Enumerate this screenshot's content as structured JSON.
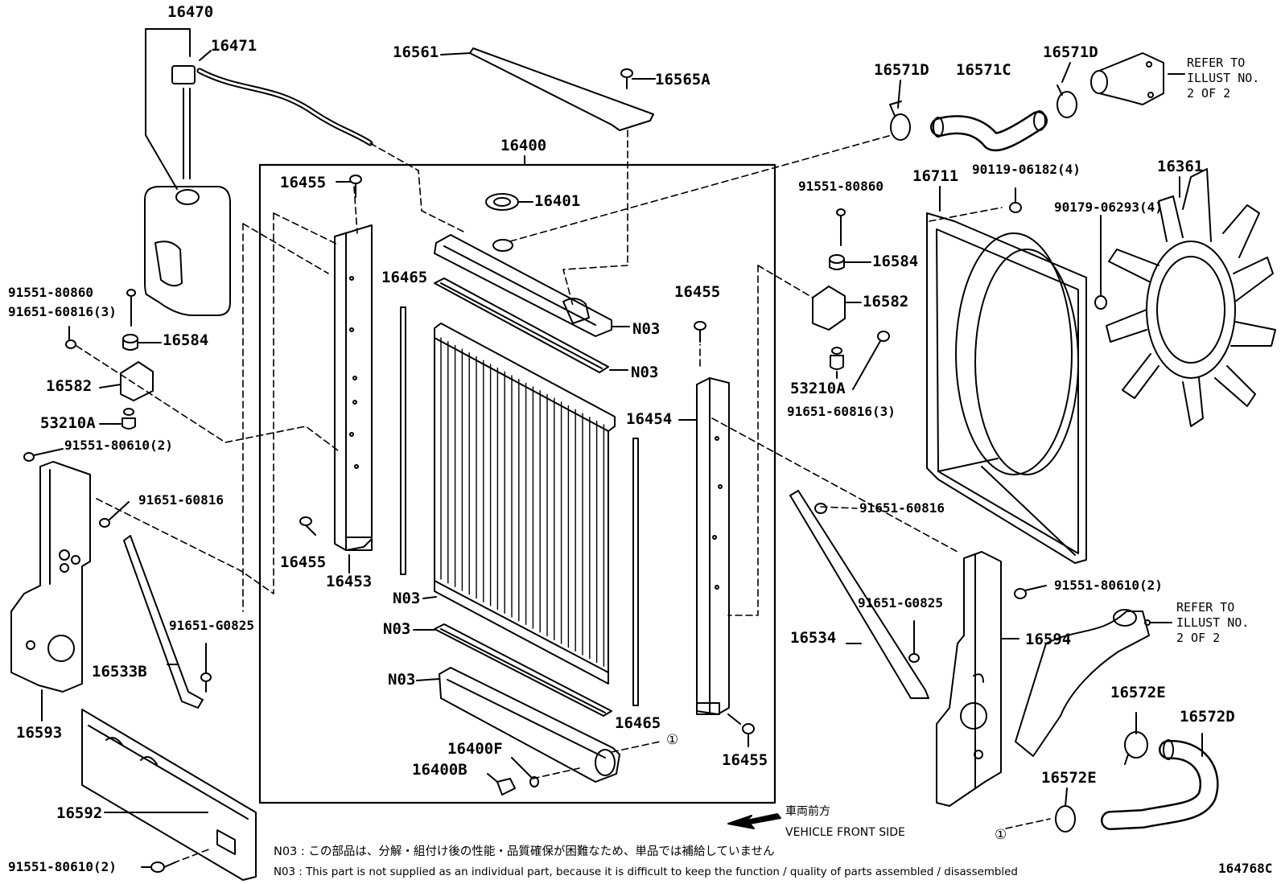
{
  "diagram_id": "164768C",
  "callouts": {
    "p16470": "16470",
    "p16471": "16471",
    "p16561": "16561",
    "p16565A": "16565A",
    "p16400_top": "16400",
    "p16455_a": "16455",
    "p16401": "16401",
    "p16465_a": "16465",
    "p16455_b": "16455",
    "p91551_80860_l": "91551-80860",
    "p91651_60816_3_l": "91651-60816(3)",
    "p16584_l": "16584",
    "p16582_l": "16582",
    "p53210A_l": "53210A",
    "p91551_80610_2_a": "91551-80610(2)",
    "p91651_60816_l": "91651-60816",
    "p91651_G0825_l": "91651-G0825",
    "p16533B": "16533B",
    "p16593": "16593",
    "p16592": "16592",
    "p91551_80610_2_b": "91551-80610(2)",
    "p16455_c": "16455",
    "p16453": "16453",
    "p16454": "16454",
    "p16455_d": "16455",
    "pN03_1": "N03",
    "pN03_2": "N03",
    "pN03_3": "N03",
    "pN03_4": "N03",
    "pN03_5": "N03",
    "p16465_b": "16465",
    "p16400F": "16400F",
    "p16400B": "16400B",
    "p16571D_a": "16571D",
    "p16571C": "16571C",
    "p16571D_b": "16571D",
    "p16711": "16711",
    "p90119_06182_4": "90119-06182(4)",
    "p16361": "16361",
    "p91551_80860_r": "91551-80860",
    "p90179_06293_4": "90179-06293(4)",
    "p16584_r": "16584",
    "p16582_r": "16582",
    "p53210A_r": "53210A",
    "p91651_60816_3_r": "91651-60816(3)",
    "p91651_60816_r": "91651-60816",
    "p91551_80610_2_c": "91551-80610(2)",
    "p91651_G0825_r": "91651-G0825",
    "p16534": "16534",
    "p16594": "16594",
    "p16572E_a": "16572E",
    "p16572D": "16572D",
    "p16572E_b": "16572E"
  },
  "refer_notes": {
    "top": "REFER TO\nILLUST NO.\n2 OF 2",
    "bottom": "REFER TO\nILLUST NO.\n2 OF 2"
  },
  "circle_marks": {
    "a": "①",
    "b": "①"
  },
  "vehicle_front": {
    "jp": "車両前方",
    "en": "VEHICLE FRONT SIDE"
  },
  "footnotes": {
    "jp": "N03 : この部品は、分解・組付け後の性能・品質確保が困難なため、単品では補給していません",
    "en": "N03 : This part is not supplied as an individual part, because it is difficult to keep the function / quality of parts assembled / disassembled"
  }
}
